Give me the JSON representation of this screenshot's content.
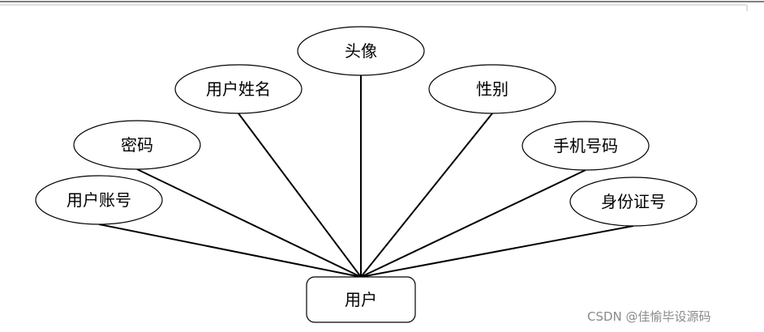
{
  "diagram": {
    "entity": {
      "name": "用户"
    },
    "attributes": [
      {
        "id": "account",
        "label": "用户账号"
      },
      {
        "id": "password",
        "label": "密码"
      },
      {
        "id": "username",
        "label": "用户姓名"
      },
      {
        "id": "avatar",
        "label": "头像"
      },
      {
        "id": "gender",
        "label": "性别"
      },
      {
        "id": "phone",
        "label": "手机号码"
      },
      {
        "id": "idcard",
        "label": "身份证号"
      }
    ]
  },
  "watermark": {
    "text": "CSDN @佳愉毕设源码"
  },
  "colors": {
    "line": "#000000",
    "background": "#ffffff",
    "frame_top": "#7f7f7f"
  }
}
